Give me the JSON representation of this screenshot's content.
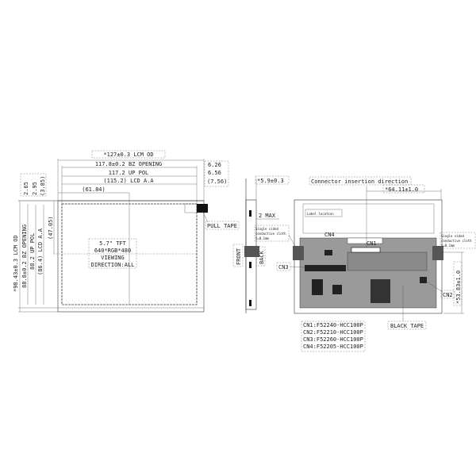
{
  "front_view": {
    "lcm_od": "*127±0.3 LCM OD",
    "bz_opening": "117.8±0.2 BZ OPENING",
    "up_pol": "117.2 UP POL",
    "lcd_aa": "(115.2) LCD A.A",
    "center_x": "(61.84)",
    "right_1": "6.26",
    "right_2": "6.56",
    "right_3": "(7.56)",
    "top_1": "2.65",
    "top_2": "2.95",
    "top_3": "(3.85)",
    "v_lcm_od": "*98.43±0.3 LCM OD",
    "v_bz_opening": "88.8±0.2 BZ OPENING",
    "v_up_pol": "88.2 UP POL",
    "v_lcd_aa": "(86.4) LCD A.A",
    "v_center": "(47.05)",
    "spec_lines": [
      "5.7\" TFT",
      "640*RGB*480",
      "VIEWING",
      "DIRECTION:ALL"
    ],
    "pull_tape": "PULL TAPE"
  },
  "side_view": {
    "thickness": "*5.9±0.3",
    "max": "2 MAX",
    "front": "FRONT",
    "back": "BACK"
  },
  "back_view": {
    "connector_direction": "Connector insertion direction",
    "width_dim": "*64.11±1.0",
    "height_dim": "*53.83±1.0",
    "label_location": "Label location",
    "conductive_left": [
      "Single sided",
      "conductive cloth",
      "t=0.1mm"
    ],
    "conductive_right": [
      "Single sided",
      "conductive cloth",
      "t=0.1mm"
    ],
    "cn1": "CN1",
    "cn2": "CN2",
    "cn3": "CN3",
    "cn4": "CN4",
    "black_tape": "BLACK TAPE",
    "connector_list": [
      "CN1:F52240-HCC100P",
      "CN2:F52210-HCC100P",
      "CN3:F52260-HCC100P",
      "CN4:F52205-HCC100P"
    ]
  }
}
